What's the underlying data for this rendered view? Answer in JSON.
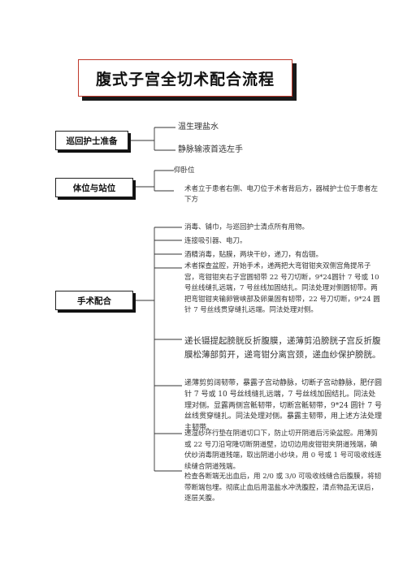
{
  "title": "腹式子宫全切术配合流程",
  "sections": [
    {
      "label": "巡回护士准备",
      "items": [
        "温生理盐水",
        "静脉输液首选左手"
      ]
    },
    {
      "label": "体位与站位",
      "items": [
        "仰卧位",
        "术者立于患者右侧、电刀位于术者背后方，器械护士位于患者左下方"
      ]
    },
    {
      "label": "手术配合",
      "items": [
        "消毒、铺巾，与巡回护士清点所有用物。",
        "连接吸引器、电刀。",
        "酒精消毒，贴膜，两块干纱，递刀，有齿镊。",
        "术者探查盆腔，开始手术，递两把大弯钳钳夹双侧宫角提吊子宫，弯钳钳夹右子宫圆韧带 22 号刀切断，9*24圆针 7 号或 10 号丝线缝扎远端，7 号丝线加固结扎。同法处理对侧圆韧带。两把弯钳钳夹输卵管峡部及卵巢固有韧带，22 号刀切断，9*24 圆针 7 号丝线贯穿缝扎远端。同法处理对侧。",
        "递长镊提起膀胱反折腹膜，递薄剪沿膀胱子宫反折腹膜松薄部剪开，递弯钳分离宫颈，递血纱保护膀胱。",
        "递薄剪剪阔韧带，暴露子宫动静脉，切断子宫动静脉，肥仔圆针 7 号或 10 号丝线缝扎远端，7 号丝线加固结扎。同法处理对侧。显露两侧宫骶韧带，切断宫骶韧带，9*24 圆针 7 号丝线贯穿缝扎。同法处理对侧。暴露主韧带，用上述方法处理主韧带。",
        "递湿纱环行垫在阴道切口下，防止切开阴道后污染盆腔。用薄剪或 22 号刀沿穹隆切断阴道壁，边切边用皮钳钳夹阴道残端，碘伏纱消毒阴道残端，取出阴道小纱块，用 0 号或 1 号可吸收线连续缝合阴道残端。",
        "检查各断端无出血后，用 2/0 或 3/0 可吸收线缝合后腹膜，将韧带断端包埋。彻底止血后用温盐水冲洗腹腔，清点物品无误后，逐层关腹。"
      ]
    }
  ],
  "colors": {
    "title_border": "#c0392b",
    "line": "#333333",
    "shadow": "#111111"
  }
}
